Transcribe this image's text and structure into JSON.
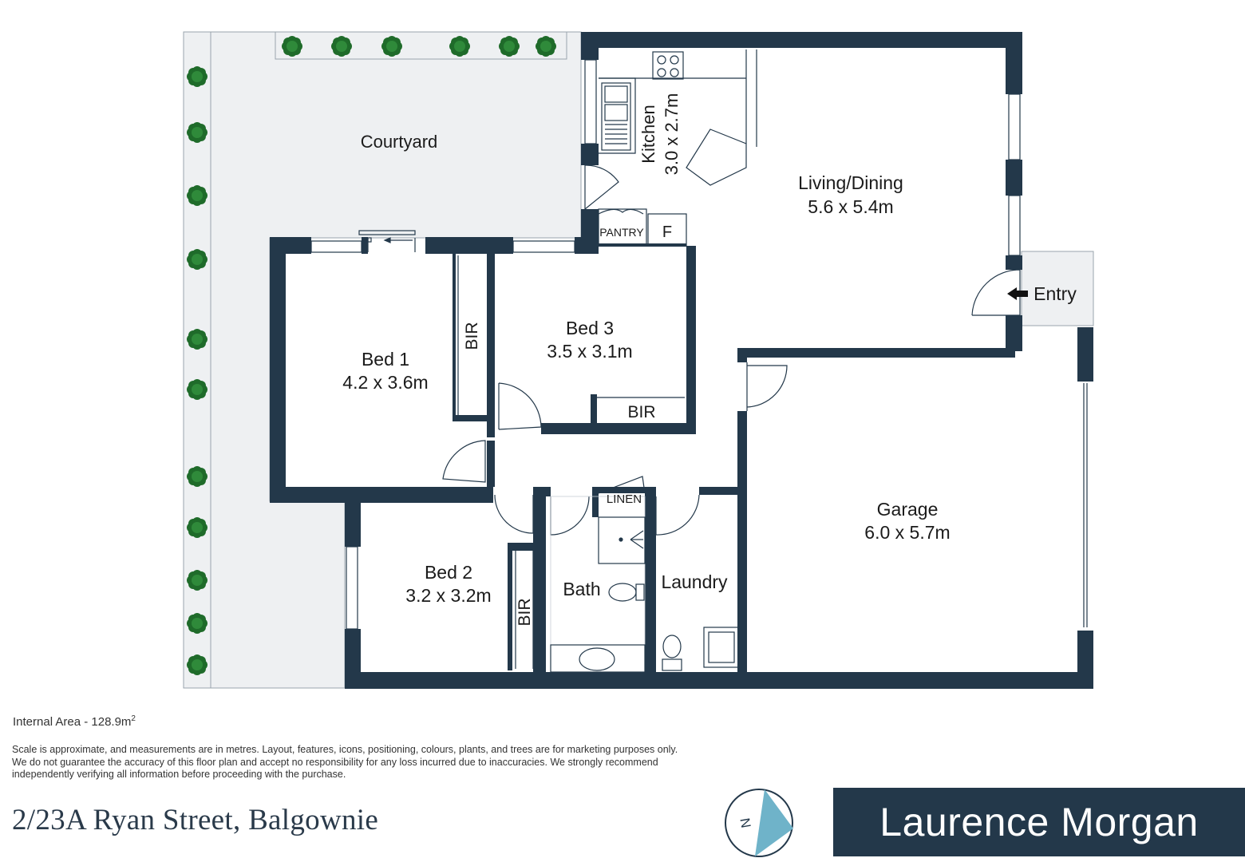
{
  "rooms": {
    "courtyard": {
      "name": "Courtyard"
    },
    "kitchen": {
      "name": "Kitchen",
      "size": "3.0 x 2.7m"
    },
    "living": {
      "name": "Living/Dining",
      "size": "5.6 x 5.4m"
    },
    "pantry": {
      "name": "PANTRY"
    },
    "fridge": {
      "name": "F"
    },
    "entry": {
      "name": "Entry"
    },
    "bed1": {
      "name": "Bed 1",
      "size": "4.2 x 3.6m"
    },
    "bed1_bir": {
      "name": "BIR"
    },
    "bed3": {
      "name": "Bed 3",
      "size": "3.5 x 3.1m"
    },
    "bed3_bir": {
      "name": "BIR"
    },
    "bed2": {
      "name": "Bed 2",
      "size": "3.2 x 3.2m"
    },
    "bed2_bir": {
      "name": "BIR"
    },
    "bath": {
      "name": "Bath"
    },
    "linen": {
      "name": "LINEN"
    },
    "laundry": {
      "name": "Laundry"
    },
    "garage": {
      "name": "Garage",
      "size": "6.0 x 5.7m"
    }
  },
  "info": {
    "area_label": "Internal Area - 128.9m",
    "area_sup": "2",
    "disclaimer": "Scale is approximate, and measurements are in metres. Layout, features, icons, positioning, colours, plants, and trees are for marketing purposes only. We do not guarantee the accuracy of this floor plan and accept no responsibility for any loss incurred due to inaccuracies. We strongly recommend independently verifying all information before proceeding with the purchase.",
    "address": "2/23A Ryan Street, Balgownie"
  },
  "compass": {
    "label": "N"
  },
  "brand": {
    "name": "Laurence Morgan"
  },
  "colors": {
    "wall": "#23384a",
    "yard": "#eef0f2",
    "plant": "#1f6b2a",
    "compass_accent": "#6fb3c9"
  }
}
